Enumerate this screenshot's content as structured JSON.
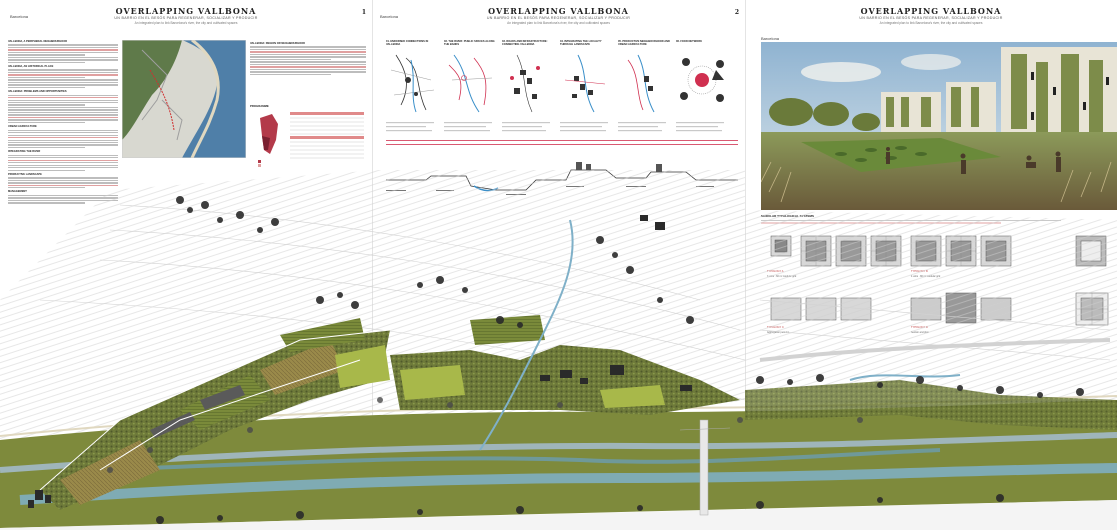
{
  "boards": [
    {
      "title": "OVERLAPPING VALLBONA",
      "subtitle": "UN BARRIO EN EL BESÓS PARA REGENERAR, SOCIALIZAR Y PRODUCIR",
      "tagline": "An integrated plan to link Barcelona's river, the city and cultivated spaces",
      "location": "Barcelona",
      "number": "1"
    },
    {
      "title": "OVERLAPPING VALLBONA",
      "subtitle": "UN BARRIO EN EL BESÓS PARA REGENERAR, SOCIALIZAR Y PRODUCIR",
      "tagline": "An integrated plan to link Barcelona's river, the city and cultivated spaces",
      "location": "Barcelona",
      "number": "2"
    },
    {
      "title": "OVERLAPPING VALLBONA",
      "subtitle": "UN BARRIO EN EL BESÓS PARA REGENERAR, SOCIALIZAR Y PRODUCIR",
      "tagline": "An integrated plan to link Barcelona's river, the city and cultivated spaces",
      "location": "Barcelona"
    }
  ],
  "board1": {
    "section_1": "VALLBONA, A PERIPHERAL NEIGHBOURHOOD",
    "section_2": "VALLBONA, AN HISTORICAL PLACE",
    "section_3": "VALLBONA: PROBLEMS AND OPPORTUNITIES",
    "section_4": "URBAN AGRICULTURE",
    "section_5": "INTEGRATING THE RIVER",
    "section_6": "PRODUCTIVE LANDSCAPE",
    "section_7": "MANAGEMENT",
    "mid_heading": "VALLBONA: REGION OR NEIGHBOURHOOD",
    "program_heading": "PROGRAMME"
  },
  "board2": {
    "diagrams": [
      {
        "label": "01. ENDORSED CONNECTIONS IN VALLBONA"
      },
      {
        "label": "02. THE RIVER: PUBLIC SPACES ALONG THE BANKS"
      },
      {
        "label": "03. ROADS AND INFRASTRUCTURE: CONNECTING VALLBONA"
      },
      {
        "label": "04. INTEGRATING THE LOCALITY THROUGH LANDSCAPE"
      },
      {
        "label": "05. PRODUCTIVE NEIGHBOURHOOD AND URBAN AGRICULTURE"
      },
      {
        "label": "06. FOOD NETWORK"
      }
    ]
  },
  "board3": {
    "modular_title": "MODULAR TYPOLOGICAL SYSTEMS",
    "modules": [
      {
        "name": "TYPOLOGY A",
        "desc": "3 units · 60 m² modular grid"
      },
      {
        "name": "TYPOLOGY B",
        "desc": "4 units · 80 m² modular grid"
      },
      {
        "name": "TYPOLOGY C",
        "desc": "Aggregation patterns"
      },
      {
        "name": "TYPOLOGY D",
        "desc": "Section and plan"
      }
    ]
  }
}
